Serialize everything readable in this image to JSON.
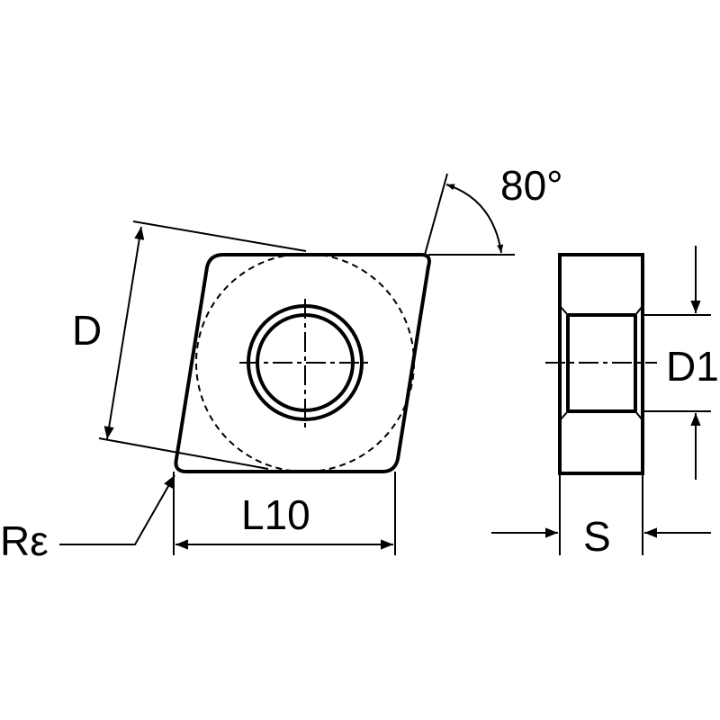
{
  "diagram": {
    "labels": {
      "angle": "80°",
      "inscribed_circle": "D",
      "hole_diameter": "D1",
      "corner_radius": "Rε",
      "edge_length": "L10",
      "thickness": "S"
    },
    "colors": {
      "line": "#000000",
      "background": "#ffffff"
    }
  }
}
